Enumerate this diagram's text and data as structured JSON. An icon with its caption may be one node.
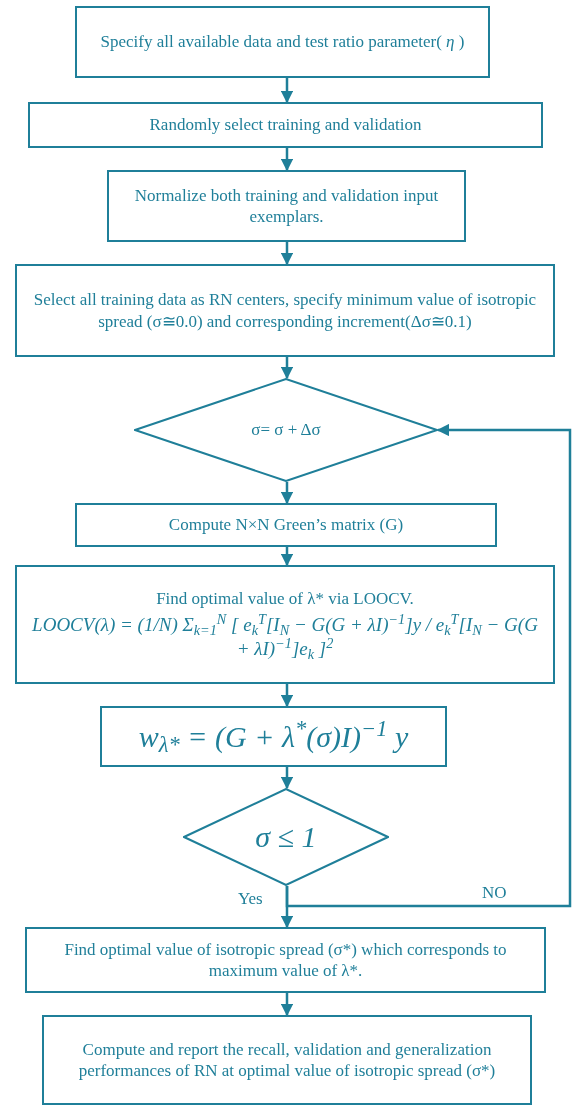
{
  "diagram": {
    "nodes": [
      {
        "text": [
          "Specify all available data and test ratio parameter( *η* )"
        ]
      },
      {
        "text": [
          "Randomly select training and validation"
        ]
      },
      {
        "text": [
          "Normalize both training and validation input exemplars."
        ]
      },
      {
        "text": [
          "Select all training data as RN centers, specify minimum value of isotropic spread (σ≅0.0) and corresponding increment(Δσ≅0.1)"
        ]
      },
      {
        "text": [
          "σ= σ + Δσ"
        ]
      },
      {
        "text": [
          "Compute N×N Green’s matrix (G)"
        ]
      },
      {
        "text": [
          "Find optimal value of λ* via LOOCV.",
          "LOOCV(λ) = (1/N) Σ$_{k=1}$$^{N}$ [ e$_{k}$$^{T}$[I$_{N}$ − G(G + λI)$^{−1}$]y / e$_{k}$$^{T}$[I$_{N}$ − G(G + λI)$^{−1}$]e$_{k}$ ]$^{2}$"
        ]
      },
      {
        "text": [
          "w$_{λ*}$ = (G + λ$^{*}$(σ)I)$^{−1}$ y"
        ]
      },
      {
        "text": [
          "σ ≤ 1"
        ]
      },
      {
        "text": [
          "Find optimal value of isotropic spread (σ*) which corresponds to maximum value of λ*."
        ]
      },
      {
        "text": [
          "Compute and report the recall, validation and generalization performances of RN at optimal value of isotropic spread (σ*)"
        ]
      }
    ],
    "edges": [
      {
        "from": 0,
        "to": 1,
        "arrow": "to"
      },
      {
        "from": 1,
        "to": 2,
        "arrow": "to"
      },
      {
        "from": 2,
        "to": 3,
        "arrow": "to"
      },
      {
        "from": 3,
        "to": 4,
        "arrow": "to"
      },
      {
        "from": 4,
        "to": 5,
        "arrow": "to"
      },
      {
        "from": 5,
        "to": 6,
        "arrow": "to"
      },
      {
        "from": 6,
        "to": 7,
        "arrow": "to"
      },
      {
        "from": 7,
        "to": 8,
        "arrow": "to"
      },
      {
        "from": 8,
        "to": 9,
        "arrow": "to",
        "label": "Yes"
      },
      {
        "from": 8,
        "to": 4,
        "arrow": "to",
        "label": "NO"
      },
      {
        "from": 9,
        "to": 10,
        "arrow": "to"
      }
    ]
  }
}
